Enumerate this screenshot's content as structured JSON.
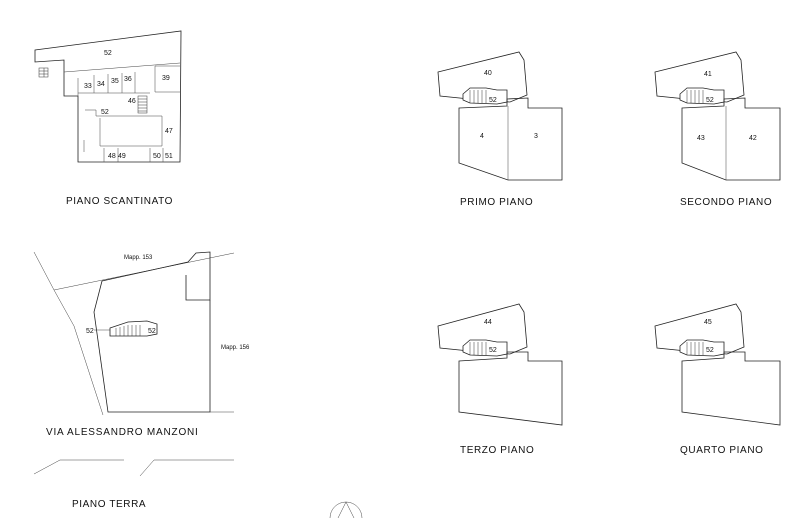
{
  "scantinato": {
    "title": "PIANO SCANTINATO",
    "labels": {
      "u52_top": "52",
      "u33": "33",
      "u34": "34",
      "u35": "35",
      "u36": "36",
      "u39": "39",
      "u46": "46",
      "u52_mid": "52",
      "u47": "47",
      "u48": "48",
      "u49": "49",
      "u50": "50",
      "u51": "51"
    }
  },
  "terra": {
    "title": "PIANO TERRA",
    "street": "VIA   ALESSANDRO  MANZONI",
    "labels": {
      "mapp153": "Mapp. 153",
      "mapp156": "Mapp. 156",
      "u52_left": "52",
      "u52_right": "52"
    }
  },
  "primo": {
    "title": "PRIMO  PIANO",
    "labels": {
      "top": "40",
      "core": "52",
      "left": "4",
      "right": "3"
    }
  },
  "secondo": {
    "title": "SECONDO  PIANO",
    "labels": {
      "top": "41",
      "core": "52",
      "left": "43",
      "right": "42"
    }
  },
  "terzo": {
    "title": "TERZO  PIANO",
    "labels": {
      "top": "44",
      "core": "52"
    }
  },
  "quarto": {
    "title": "QUARTO  PIANO",
    "labels": {
      "top": "45",
      "core": "52"
    }
  }
}
